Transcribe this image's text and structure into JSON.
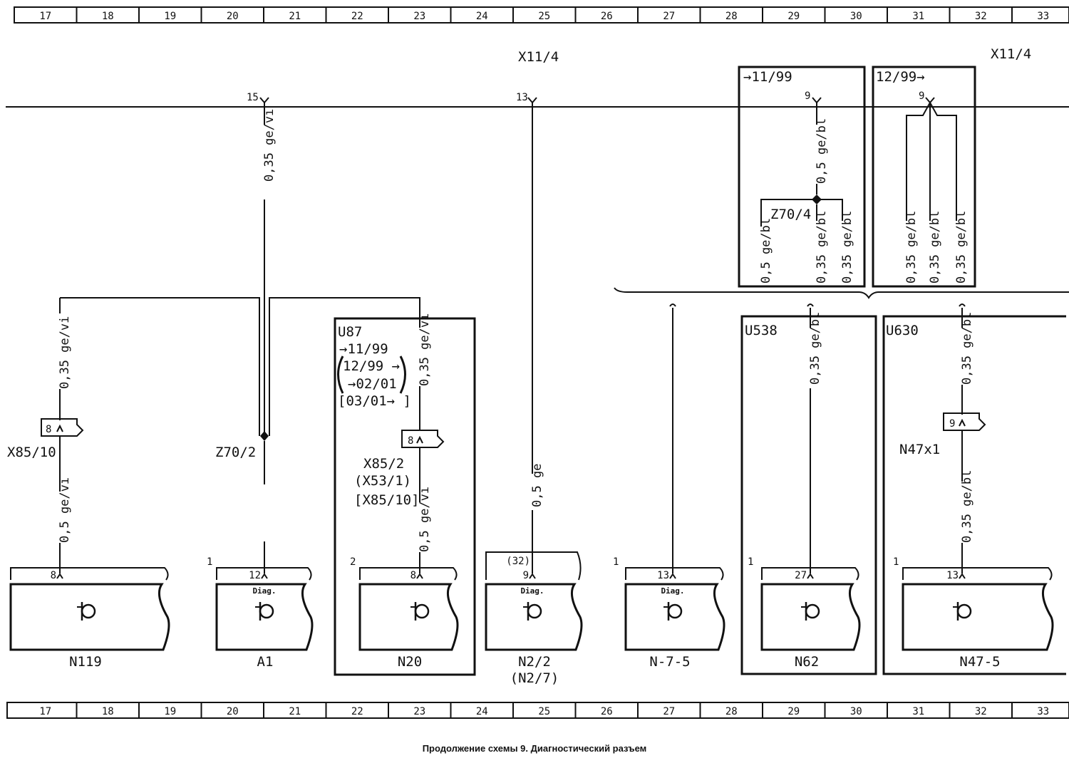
{
  "grid_columns": [
    "17",
    "18",
    "19",
    "20",
    "21",
    "22",
    "23",
    "24",
    "25",
    "26",
    "27",
    "28",
    "29",
    "30",
    "31",
    "32",
    "33"
  ],
  "bus": {
    "label_left": "X11/4",
    "label_right": "X11/4"
  },
  "pins": {
    "p15": "15",
    "p13": "13",
    "p9a": "9",
    "p9b": "9"
  },
  "wires": {
    "w_main": "0,35 ge/vi",
    "w_n119_up": "0,35 ge/vi",
    "w_n119_dn": "0,5 ge/vi",
    "w_n20_up": "0,35 ge/vi",
    "w_n20_dn": "0,5 ge/vi",
    "w_n22": "0,5 ge",
    "w_bl_a": "0,5 ge/bl",
    "w_bl_b1": "0,5 ge/bl",
    "w_bl_b2": "0,35 ge/bl",
    "w_bl_b3": "0,35 ge/bl",
    "w_bl_c1": "0,35 ge/bl",
    "w_bl_c2": "0,35 ge/bl",
    "w_bl_c3": "0,35 ge/bl",
    "w_n62": "0,35 ge/bl",
    "w_n47_up": "0,35 ge/bl",
    "w_n47_dn": "0,35 ge/bl"
  },
  "boxes": {
    "b1": "→11/99",
    "b2": "12/99→",
    "u87": "U87",
    "u87_l1": "→11/99",
    "u87_l2": "12/99 →",
    "u87_l3": "→02/01",
    "u87_l4": "[03/01→ ]",
    "u538": "U538",
    "u630": "U630"
  },
  "splices": {
    "z70_2": "Z70/2",
    "z70_4": "Z70/4"
  },
  "connectors": {
    "x85_10": "X85/10",
    "x85_10_pin": "8",
    "x85_2": "X85/2",
    "x85_2_alt1": "(X53/1)",
    "x85_2_alt2": "[X85/10]",
    "x85_2_pin": "8",
    "n47x1": "N47x1",
    "n47x1_pin": "9"
  },
  "components": [
    {
      "name": "N119",
      "pin": "8",
      "marker": "",
      "diag": ""
    },
    {
      "name": "A1",
      "pin": "12",
      "marker": "1",
      "diag": "Diag."
    },
    {
      "name": "N20",
      "pin": "8",
      "marker": "2",
      "diag": ""
    },
    {
      "name": "N2/2",
      "name2": "(N2/7)",
      "pin": "9",
      "pin_alt": "(32)",
      "marker": "",
      "diag": "Diag."
    },
    {
      "name": "N-7-5",
      "pin": "13",
      "marker": "1",
      "diag": "Diag."
    },
    {
      "name": "N62",
      "pin": "27",
      "marker": "1",
      "diag": ""
    },
    {
      "name": "N47-5",
      "pin": "13",
      "marker": "1",
      "diag": ""
    }
  ],
  "caption": "Продолжение схемы 9. Диагностический разъем"
}
